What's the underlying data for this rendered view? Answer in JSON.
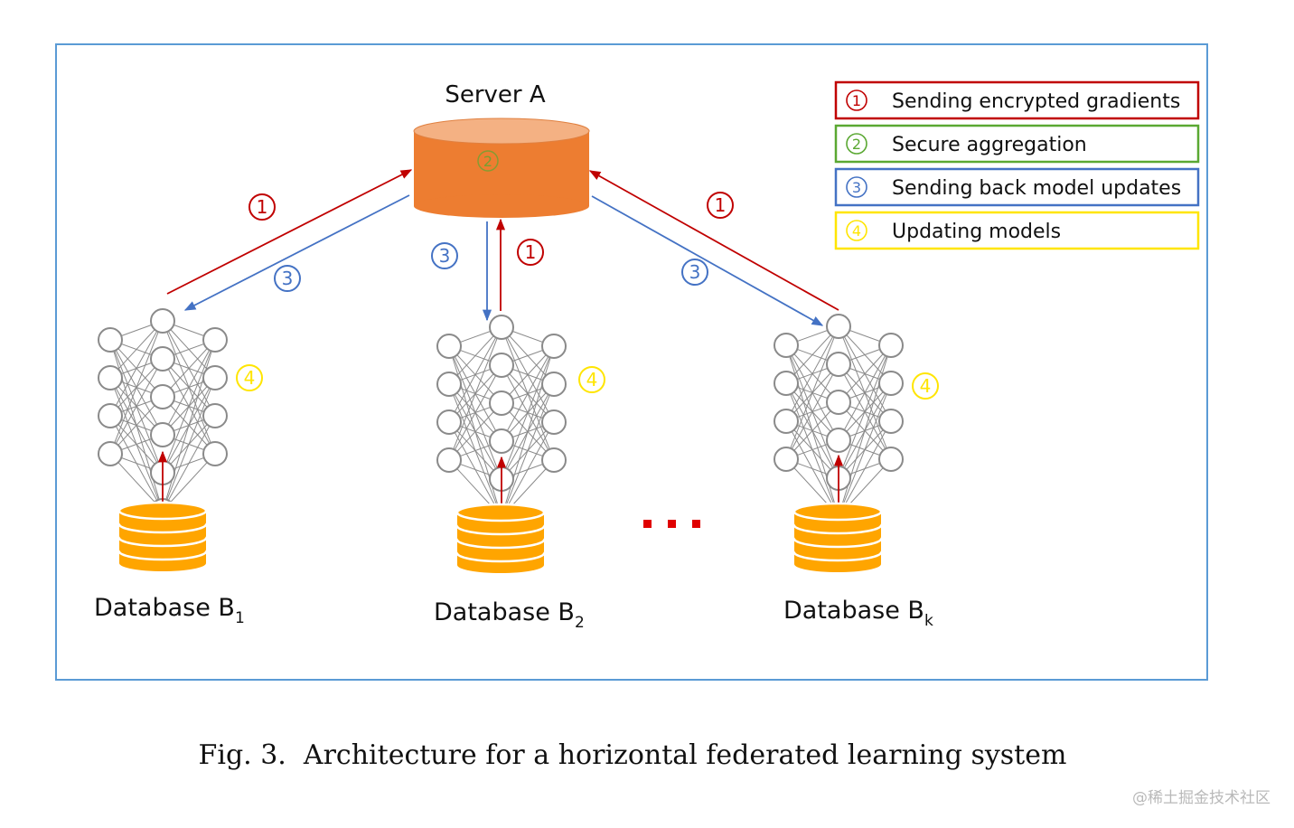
{
  "server": {
    "label": "Server A",
    "step": "2"
  },
  "legend": [
    {
      "num": "1",
      "text": "Sending encrypted gradients",
      "color": "#c00000"
    },
    {
      "num": "2",
      "text": "Secure aggregation",
      "color": "#5aa832"
    },
    {
      "num": "3",
      "text": "Sending back model updates",
      "color": "#4472c4"
    },
    {
      "num": "4",
      "text": "Updating models",
      "color": "#ffe500"
    }
  ],
  "steps": {
    "send": "1",
    "aggregate": "2",
    "update": "3",
    "local": "4"
  },
  "databases": [
    {
      "label": "Database B",
      "sub": "1"
    },
    {
      "label": "Database B",
      "sub": "2"
    },
    {
      "label": "Database B",
      "sub": "k"
    }
  ],
  "ellipsis": "...",
  "caption": "Fig. 3.  Architecture for a horizontal federated learning system",
  "watermark": "@稀土掘金技术社区",
  "colors": {
    "frame": "#5b9bd5",
    "server_fill": "#ed7d31",
    "server_top": "#f4b183",
    "database": "#ffa500",
    "send_arrow": "#c00000",
    "update_arrow": "#4472c4",
    "aggregate": "#5aa832",
    "local_update": "#ffe500"
  }
}
